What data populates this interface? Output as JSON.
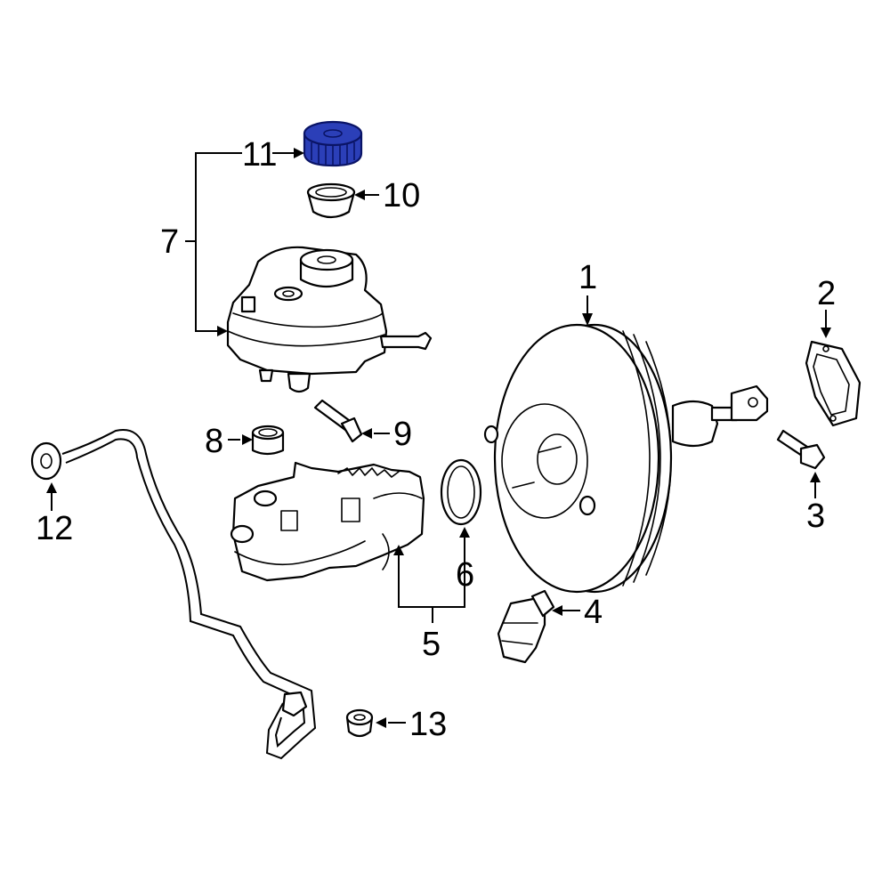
{
  "diagram": {
    "highlight_color": "#2b3fb8",
    "callouts": {
      "c1": "1",
      "c2": "2",
      "c3": "3",
      "c4": "4",
      "c5": "5",
      "c6": "6",
      "c7": "7",
      "c8": "8",
      "c9": "9",
      "c10": "10",
      "c11": "11",
      "c12": "12",
      "c13": "13"
    }
  }
}
